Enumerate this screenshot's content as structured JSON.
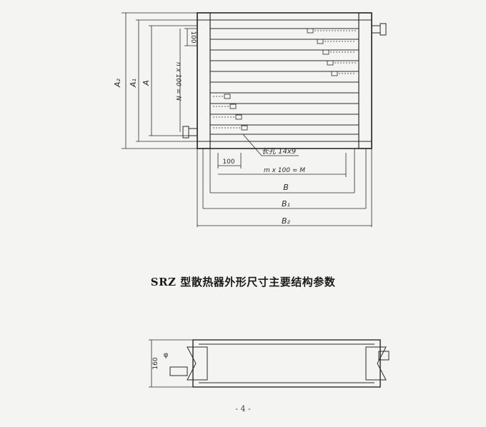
{
  "caption": "SRZ 型散热器外形尺寸主要结构参数",
  "page_number": "- 4 -",
  "labels": {
    "A2": "A₂",
    "A1": "A₁",
    "A": "A",
    "pitch_vertical": "100",
    "n_formula": "n x 100 = N",
    "pitch_horizontal": "100",
    "slot": "长孔 14x9",
    "m_formula": "m x 100 = M",
    "B": "B",
    "B1": "B₁",
    "B2": "B₂",
    "side_height": "160",
    "side_phi": "φ"
  },
  "colors": {
    "ink": "#2a2a2a",
    "paper": "#f4f4f2"
  }
}
